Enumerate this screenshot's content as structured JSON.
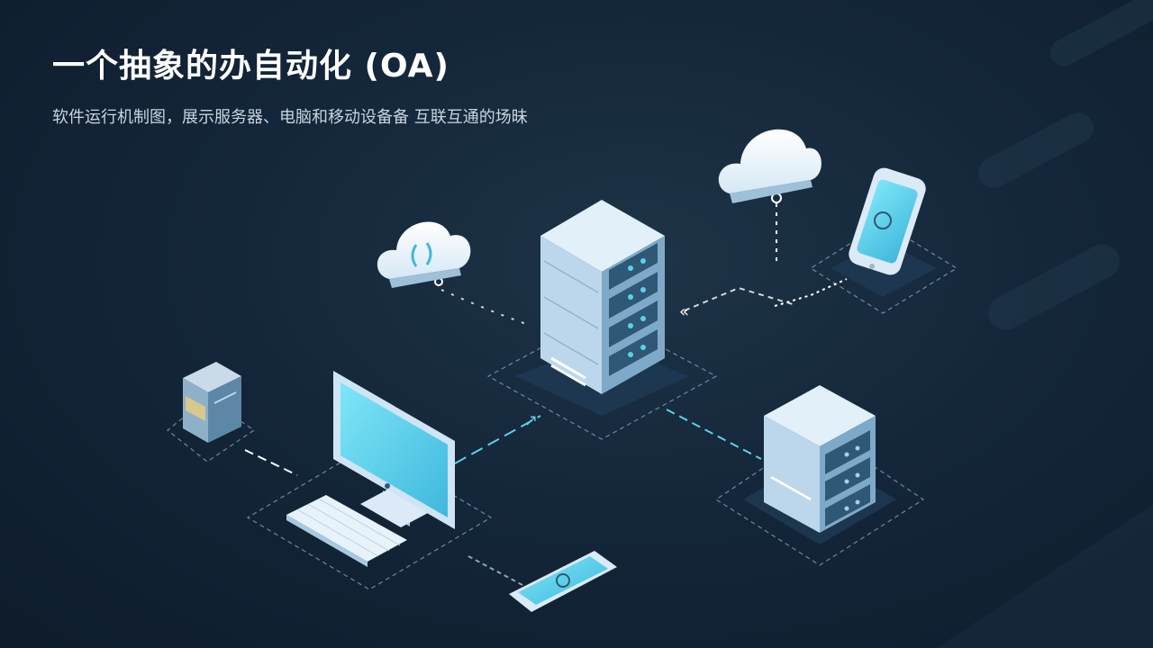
{
  "header": {
    "title": "一个抽象的办自动化 (OA)",
    "subtitle": "软件运行机制图，展示服务器、电脑和移动设备备 互联互通的场昧"
  },
  "colors": {
    "accent": "#5ad1e8",
    "device_face": "#c9e0f2",
    "device_side": "#7fa9c8",
    "device_dark": "#2f5876",
    "screen": "#56d3ee"
  },
  "nodes": [
    {
      "name": "main-server",
      "icon": "server-rack-icon"
    },
    {
      "name": "secondary-server",
      "icon": "server-icon"
    },
    {
      "name": "desktop-computer",
      "icon": "monitor-icon"
    },
    {
      "name": "keyboard",
      "icon": "keyboard-icon"
    },
    {
      "name": "phone-top-right",
      "icon": "smartphone-icon"
    },
    {
      "name": "phone-bottom",
      "icon": "smartphone-icon"
    },
    {
      "name": "cloud-left",
      "icon": "cloud-sync-icon"
    },
    {
      "name": "cloud-top",
      "icon": "cloud-icon"
    },
    {
      "name": "storage-box",
      "icon": "storage-icon"
    }
  ]
}
